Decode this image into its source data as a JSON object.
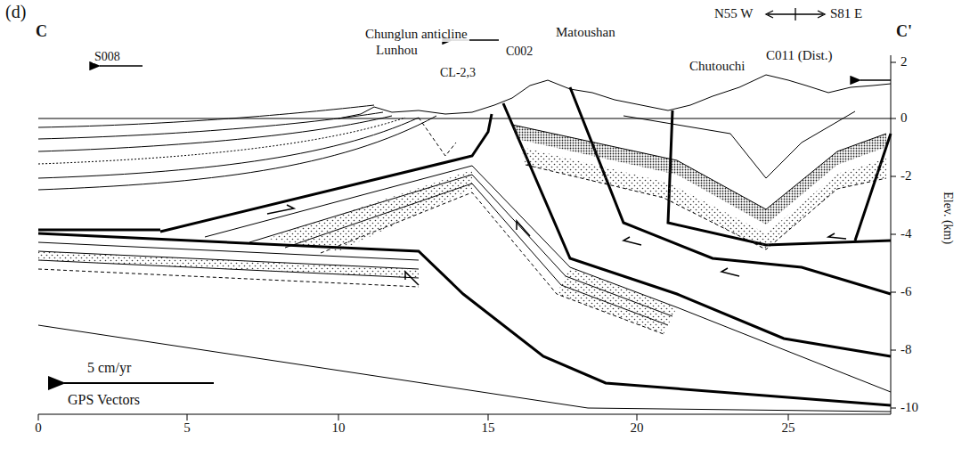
{
  "diagram": {
    "labels": [
      "(d)",
      "C",
      "C'",
      "N55 W",
      "S81 E",
      "Chunglun anticline",
      "Lunhou",
      "Matoushan",
      "C002",
      "CL-2,3",
      "Chutouchi",
      "C011 (Dist.)",
      "S008",
      "5 cm/yr",
      "GPS Vectors",
      "Elev. (km)",
      "2",
      "0",
      "-2",
      "-4",
      "-6",
      "-8",
      "-10",
      "0",
      "5",
      "10",
      "15",
      "20",
      "25"
    ]
  }
}
